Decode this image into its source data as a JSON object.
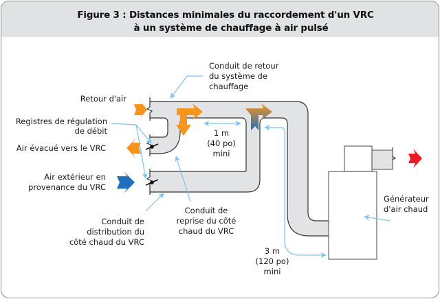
{
  "figure": {
    "title_line1": "Figure 3 : Distances minimales du raccordement d'un VRC",
    "title_line2": "à un système de chauffage à air pulsé"
  },
  "labels": {
    "retour_air": "Retour d'air",
    "registres_1": "Registres de régulation",
    "registres_2": "de débit",
    "air_evacue": "Air évacué vers le VRC",
    "air_ext_1": "Air extérieur en",
    "air_ext_2": "provenance du VRC",
    "conduit_retour_1": "Conduit de retour",
    "conduit_retour_2": "du système de",
    "conduit_retour_3": "chauffage",
    "dist1_1": "1 m",
    "dist1_2": "(40 po)",
    "dist1_3": "mini",
    "conduit_reprise_1": "Conduit de",
    "conduit_reprise_2": "reprise du côté",
    "conduit_reprise_3": "chaud du VRC",
    "conduit_distrib_1": "Conduit de",
    "conduit_distrib_2": "distribution du",
    "conduit_distrib_3": "côté chaud du VRC",
    "dist2_1": "3 m",
    "dist2_2": "(120 po)",
    "dist2_3": "mini",
    "generateur_1": "Générateur",
    "generateur_2": "d'air chaud"
  },
  "colors": {
    "orange": "#f7941d",
    "blue": "#1f6fba",
    "red": "#ed1c24",
    "callout": "#7cc4ee",
    "duct": "#e2e3e5"
  }
}
